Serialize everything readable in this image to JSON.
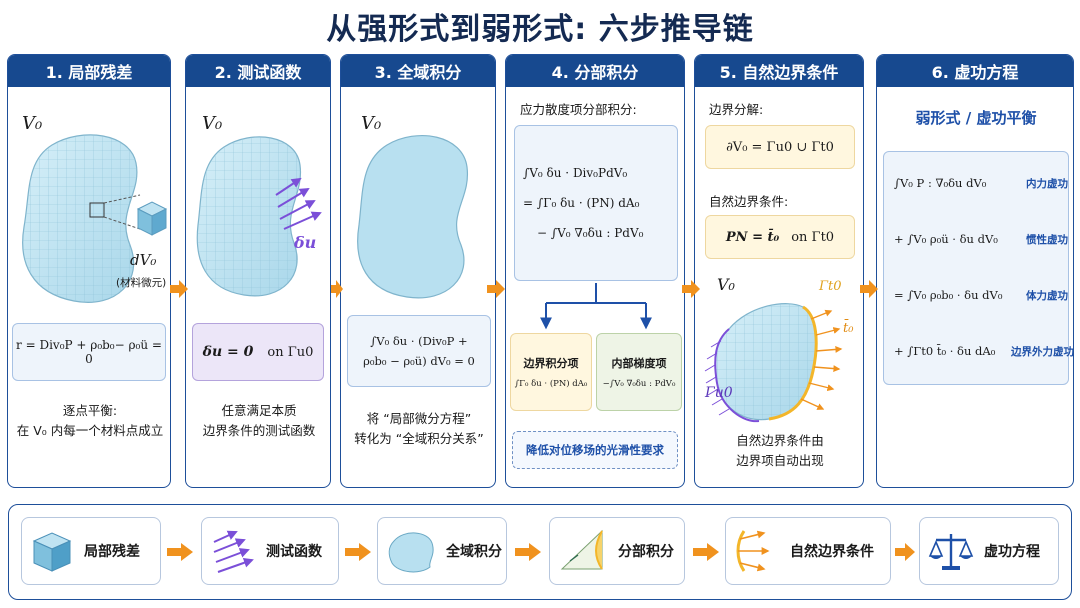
{
  "title": "从强形式到弱形式: 六步推导链",
  "colors": {
    "header": "#17498f",
    "arrow": "#f0921e",
    "body": "#bfe3f0",
    "purple": "#7b4fd8",
    "gold": "#f3b62a"
  },
  "steps": [
    {
      "header": "1. 局部残差",
      "v_label": "V₀",
      "dv_label": "dV₀",
      "dv_note": "(材料微元)",
      "equation": "r = Div₀P + ρ₀b₀− ρ₀ü = 0",
      "caption1": "逐点平衡:",
      "caption2": "在 V₀ 内每一个材料点成立"
    },
    {
      "header": "2. 测试函数",
      "v_label": "V₀",
      "du_label": "δu",
      "equation_lhs": "δu = 0",
      "equation_rhs": "on Γu0",
      "caption1": "任意满足本质",
      "caption2": "边界条件的测试函数"
    },
    {
      "header": "3. 全域积分",
      "v_label": "V₀",
      "equation_line1": "∫V₀ δu · (Div₀P +",
      "equation_line2": "ρ₀b₀ − ρ₀ü) dV₀ = 0",
      "caption1": "将 “局部微分方程”",
      "caption2": "转化为 “全域积分关系”"
    },
    {
      "header": "4. 分部积分",
      "intro": "应力散度项分部积分:",
      "line1": "∫V₀ δu · Div₀PdV₀",
      "line2": "= ∫Γ₀ δu · (PN) dA₀",
      "line3": "− ∫V₀ ∇₀δu : PdV₀",
      "left_title": "边界积分项",
      "left_eq": "∫Γ₀ δu · (PN) dA₀",
      "right_title": "内部梯度项",
      "right_eq": "−∫V₀ ∇₀δu : PdV₀",
      "note": "降低对位移场的光滑性要求"
    },
    {
      "header": "5. 自然边界条件",
      "sub1": "边界分解:",
      "eq1": "∂V₀ = Γu0 ∪ Γt0",
      "sub2": "自然边界条件:",
      "eq2_lhs": "PN = t̄₀",
      "eq2_rhs": "on Γt0",
      "v_label": "V₀",
      "gamma_t": "Γt0",
      "gamma_u": "Γu0",
      "tbar": "t̄₀",
      "caption1": "自然边界条件由",
      "caption2": "边界项自动出现"
    },
    {
      "header": "6. 虚功方程",
      "subtitle": "弱形式 / 虚功平衡",
      "rows": [
        {
          "eq": "∫V₀ P : ∇₀δu dV₀",
          "tag": "内力虚功"
        },
        {
          "eq": "+ ∫V₀ ρ₀ü · δu dV₀",
          "tag": "惯性虚功"
        },
        {
          "eq": "= ∫V₀ ρ₀b₀ · δu dV₀",
          "tag": "体力虚功"
        },
        {
          "eq": "+ ∫Γt0 t̄₀ · δu dA₀",
          "tag": "边界外力虚功"
        }
      ]
    }
  ],
  "flow": [
    "局部残差",
    "测试函数",
    "全域积分",
    "分部积分",
    "自然边界条件",
    "虚功方程"
  ]
}
